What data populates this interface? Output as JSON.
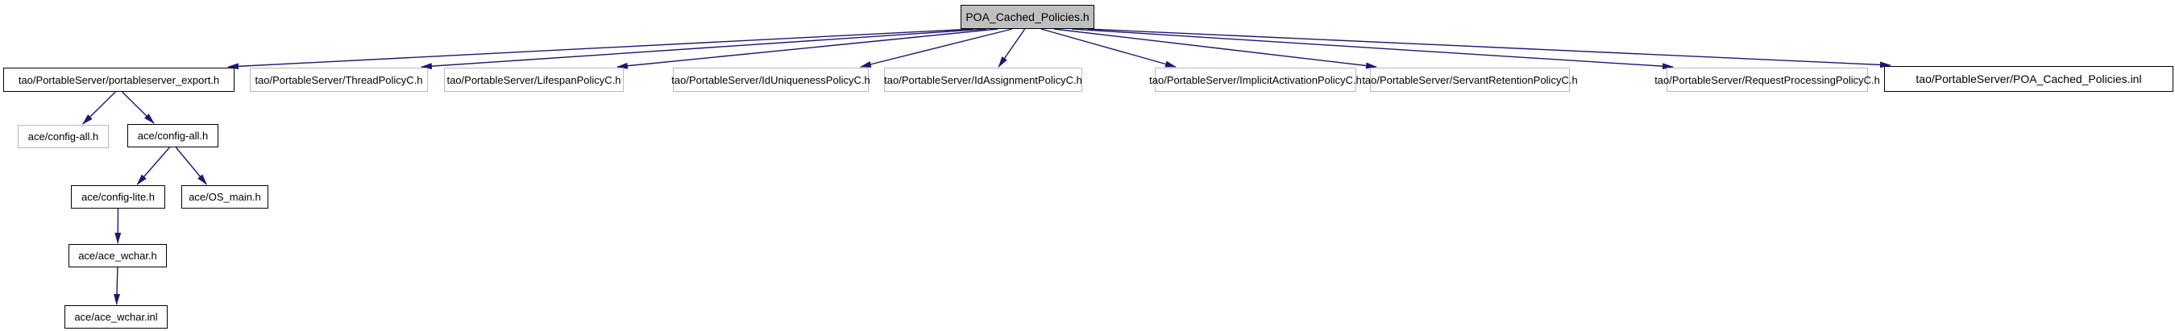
{
  "diagram": {
    "kind": "include-dependency-graph",
    "colors": {
      "edge": "#191970",
      "root_fill": "#bfbfbf",
      "leaf_border": "#b9b9b9",
      "linked_border": "#000000",
      "background": "#ffffff"
    },
    "nodes": {
      "root": {
        "label": "POA_Cached_Policies.h"
      },
      "n1": {
        "label": "tao/PortableServer/portableserver_export.h"
      },
      "n2": {
        "label": "tao/PortableServer/ThreadPolicyC.h"
      },
      "n3": {
        "label": "tao/PortableServer/LifespanPolicyC.h"
      },
      "n4": {
        "label": "tao/PortableServer/IdUniquenessPolicyC.h"
      },
      "n5": {
        "label": "tao/PortableServer/IdAssignmentPolicyC.h"
      },
      "n6": {
        "label": "tao/PortableServer/ImplicitActivationPolicyC.h"
      },
      "n7": {
        "label": "tao/PortableServer/ServantRetentionPolicyC.h"
      },
      "n8": {
        "label": "tao/PortableServer/RequestProcessingPolicyC.h"
      },
      "n9": {
        "label": "tao/PortableServer/POA_Cached_Policies.inl"
      },
      "c1": {
        "label": "ace/config-all.h"
      },
      "c2": {
        "label": "ace/config-all.h"
      },
      "l1": {
        "label": "ace/config-lite.h"
      },
      "m1": {
        "label": "ace/OS_main.h"
      },
      "w1": {
        "label": "ace/ace_wchar.h"
      },
      "w2": {
        "label": "ace/ace_wchar.inl"
      }
    },
    "edges": [
      [
        "root",
        "n1"
      ],
      [
        "root",
        "n2"
      ],
      [
        "root",
        "n3"
      ],
      [
        "root",
        "n4"
      ],
      [
        "root",
        "n5"
      ],
      [
        "root",
        "n6"
      ],
      [
        "root",
        "n7"
      ],
      [
        "root",
        "n8"
      ],
      [
        "root",
        "n9"
      ],
      [
        "n1",
        "c1"
      ],
      [
        "n1",
        "c2"
      ],
      [
        "c2",
        "l1"
      ],
      [
        "c2",
        "m1"
      ],
      [
        "l1",
        "w1"
      ],
      [
        "w1",
        "w2"
      ]
    ]
  }
}
